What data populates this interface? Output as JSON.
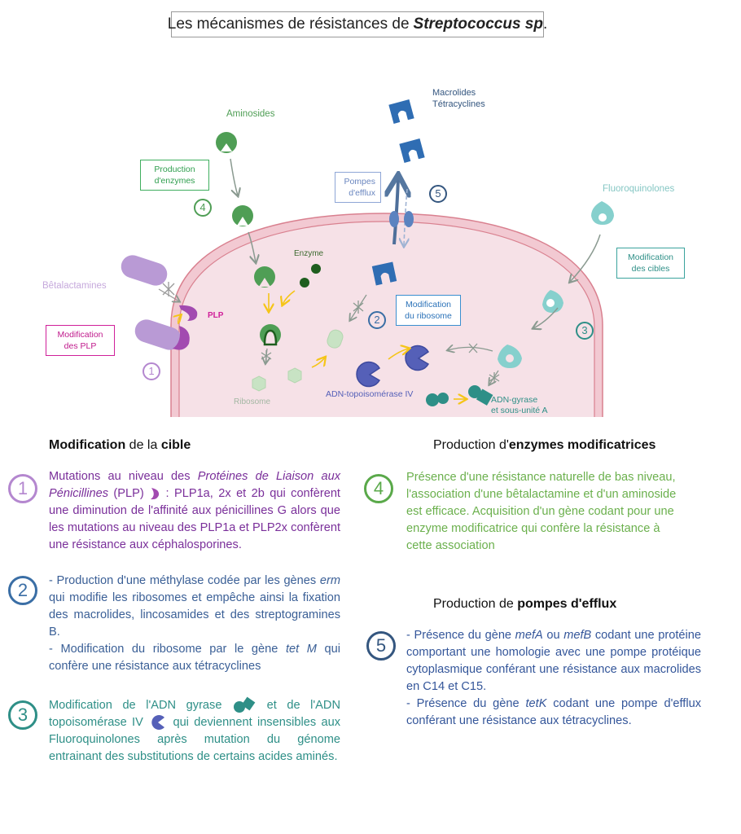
{
  "title": {
    "prefix": "Les mécanismes de résistances de",
    "organism": "Streptococcus sp",
    "suffix": "."
  },
  "diagram": {
    "labels": {
      "aminosides": "Aminosides",
      "macrolides": "Macrolides",
      "tetracyclines": "Tétracyclines",
      "fluoroquinolones": "Fluoroquinolones",
      "betalactamines": "Bêtalactamines",
      "plp": "PLP",
      "enzyme": "Enzyme",
      "ribosome": "Ribosome",
      "topoisomerase": "ADN-topoisomérase IV",
      "gyrase_line1": "ADN-gyrase",
      "gyrase_line2": "et sous-unité A",
      "subunit_letter": "A"
    },
    "boxes": {
      "production_enzymes": [
        "Production",
        "d'enzymes"
      ],
      "pompes_efflux": [
        "Pompes",
        "d'efflux"
      ],
      "modification_cibles": [
        "Modification",
        "des cibles"
      ],
      "modification_plp": [
        "Modification",
        "des PLP"
      ],
      "modification_ribosome": [
        "Modification",
        "du ribosome"
      ]
    },
    "markers": [
      "1",
      "2",
      "3",
      "4",
      "5"
    ]
  },
  "colors": {
    "purple": "#b487cf",
    "magenta": "#d0209a",
    "green": "#4f9e55",
    "dark_green": "#1f5e1f",
    "blue": "#3a73b3",
    "navy": "#34567f",
    "teal": "#2e8f87",
    "light_teal": "#86d0cd",
    "indigo": "#5560b8",
    "cell_fill": "#f6e1e7",
    "cell_border": "#d9808f",
    "yellow": "#f5c518",
    "grey_arrow": "#8a9a90"
  },
  "sections": {
    "cible": {
      "heading_bold1": "Modification",
      "heading_mid": " de la ",
      "heading_bold2": "cible"
    },
    "enzymes": {
      "heading_plain": "Production d'",
      "heading_bold": "enzymes modificatrices"
    },
    "efflux": {
      "heading_plain": "Production de ",
      "heading_bold": "pompes d'efflux"
    }
  },
  "items": {
    "one": {
      "num": "1",
      "t1": "Mutations au niveau des ",
      "t2": "Protéines de Liaison aux Pénicillines",
      "t3": " (PLP) ",
      "t4": " : PLP1a, 2x et 2b qui confèrent une diminution de l'affinité aux pénicillines G alors que les mutations au niveau des PLP1a et PLP2x confèrent une résistance aux céphalosporines."
    },
    "two": {
      "num": "2",
      "a1": "- Production d'une méthylase codée par les gènes ",
      "a2": "erm",
      "a3": " qui modifie les ribosomes et empêche ainsi la fixation des macrolides, lincosamides et des streptogramines B.",
      "b1": "- Modification du ribosome par le gène ",
      "b2": "tet M",
      "b3": " qui confère une résistance aux tétracyclines"
    },
    "three": {
      "num": "3",
      "t1": "Modification de l'ADN gyrase ",
      "t2": " et de l'ADN topoisomérase IV ",
      "t3": " qui deviennent insensibles aux Fluoroquinolones après mutation du génome entrainant des substitutions de certains acides aminés."
    },
    "four": {
      "num": "4",
      "text": "Présence d'une résistance naturelle de bas niveau, l'association d'une bêtalactamine et d'un aminoside est efficace. Acquisition d'un gène codant pour une enzyme modificatrice qui confère la résistance à cette association"
    },
    "five": {
      "num": "5",
      "a1": "- Présence du gène ",
      "a2": "mefA",
      "a3": " ou ",
      "a4": "mefB",
      "a5": " codant une protéine comportant une homologie avec une pompe protéique cytoplasmique conférant une résistance aux macrolides en C14 et C15.",
      "b1": "- Présence du gène ",
      "b2": "tetK",
      "b3": " codant une pompe d'efflux conférant une résistance aux tétracyclines."
    }
  }
}
